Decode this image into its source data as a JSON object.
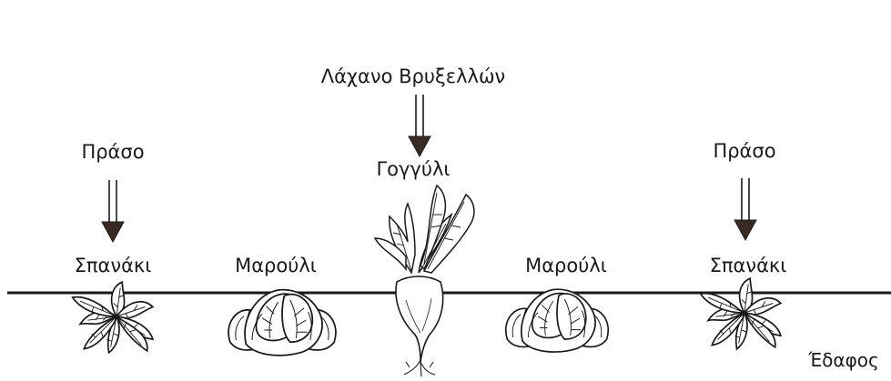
{
  "labels": {
    "brussels_sprouts": "Λάχανο Βρυξελλών",
    "leek_left": "Πράσο",
    "leek_right": "Πράσο",
    "turnip": "Γογγύλι",
    "spinach_left": "Σπανάκι",
    "lettuce_left": "Μαρούλι",
    "lettuce_right": "Μαρούλι",
    "spinach_right": "Σπανάκι",
    "soil": "Έδαφος"
  },
  "colors": {
    "ink": "#1a1a1a",
    "arrow_head": "#3a2a24",
    "background": "#ffffff"
  }
}
